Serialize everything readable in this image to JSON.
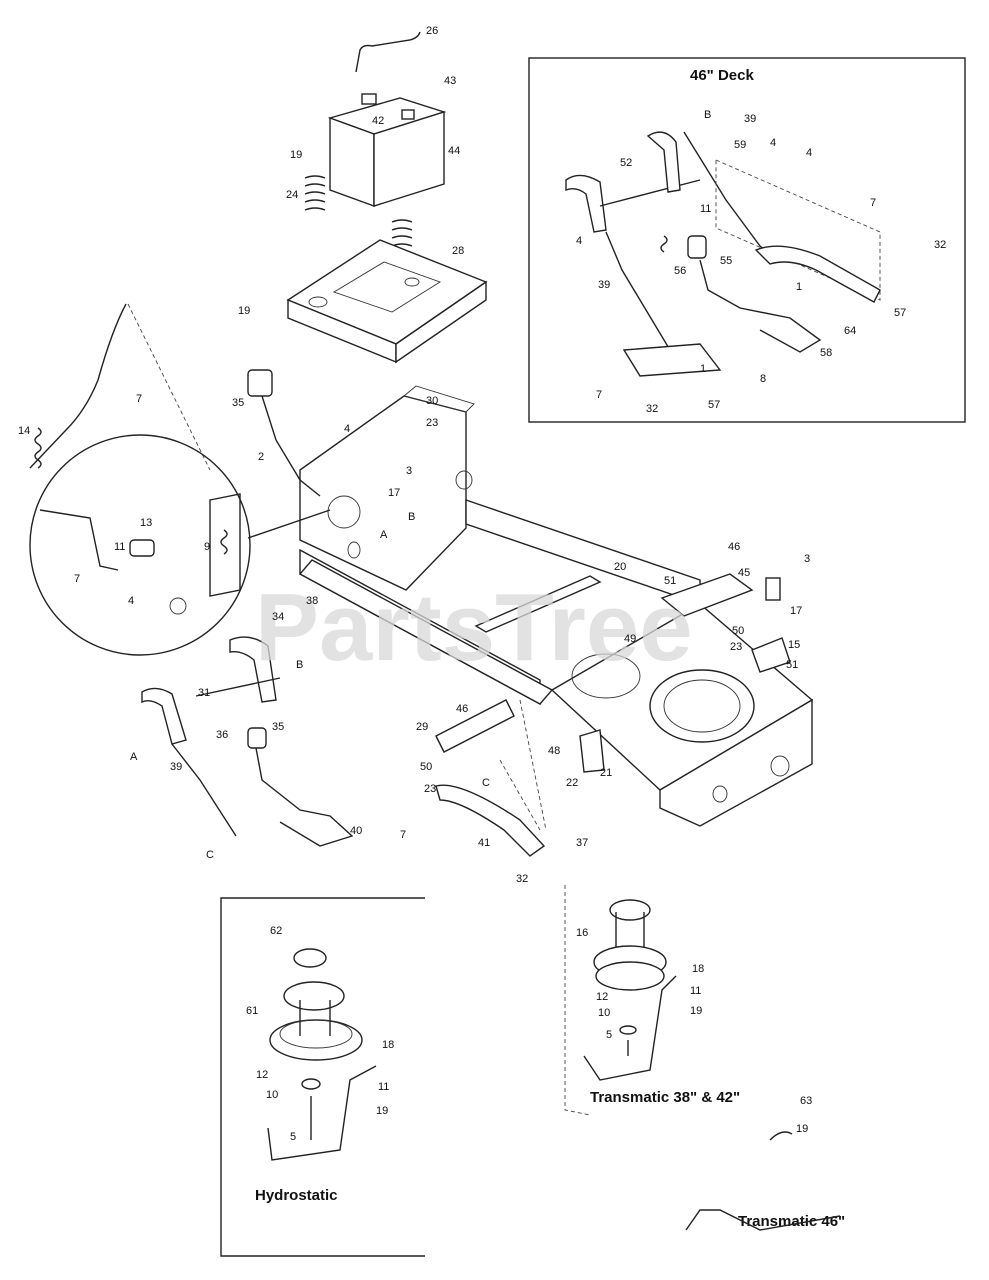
{
  "watermark": "PartsTree",
  "insets": {
    "deck46": "46\" Deck",
    "hydrostatic": "Hydrostatic",
    "transmatic_38_42": "Transmatic 38\" & 42\"",
    "transmatic_46": "Transmatic 46\""
  },
  "callouts": {
    "c26": "26",
    "c43": "43",
    "c42": "42",
    "c44": "44",
    "c19a": "19",
    "c24": "24",
    "c28": "28",
    "c19b": "19",
    "c7a": "7",
    "c14": "14",
    "c35a": "35",
    "c30": "30",
    "c4a": "4",
    "c23a": "23",
    "c2": "2",
    "c3a": "3",
    "c17a": "17",
    "cA1": "A",
    "cB1": "B",
    "c11a": "11",
    "c13": "13",
    "c9": "9",
    "c7b": "7",
    "c4b": "4",
    "c34": "34",
    "c38": "38",
    "c20": "20",
    "c46a": "46",
    "c3b": "3",
    "c51a": "51",
    "c45": "45",
    "c17b": "17",
    "c49": "49",
    "c50a": "50",
    "c23b": "23",
    "c15": "15",
    "c51b": "51",
    "cB2": "B",
    "c31": "31",
    "c36": "36",
    "c35b": "35",
    "cA2": "A",
    "c39a": "39",
    "c40": "40",
    "cC1": "C",
    "c46b": "46",
    "c29": "29",
    "c48": "48",
    "c50b": "50",
    "c23c": "23",
    "c22": "22",
    "c21": "21",
    "cC2": "C",
    "c7c": "7",
    "c41": "41",
    "c37": "37",
    "c32a": "32",
    "cB3": "B",
    "c39b": "39",
    "c59": "59",
    "c4c": "4",
    "c4d": "4",
    "c52": "52",
    "c11b": "11",
    "c7d": "7",
    "c4e": "4",
    "c56": "56",
    "c55": "55",
    "c32b": "32",
    "c39c": "39",
    "c1a": "1",
    "c57a": "57",
    "c64": "64",
    "c58": "58",
    "c1b": "1",
    "c7e": "7",
    "c8": "8",
    "c32c": "32",
    "c57b": "57",
    "c62": "62",
    "c61": "61",
    "c18a": "18",
    "c12a": "12",
    "c11c": "11",
    "c10a": "10",
    "c19c": "19",
    "c5a": "5",
    "c16": "16",
    "c18b": "18",
    "c12b": "12",
    "c11d": "11",
    "c10b": "10",
    "c19d": "19",
    "c5b": "5",
    "c63": "63",
    "c19e": "19"
  }
}
